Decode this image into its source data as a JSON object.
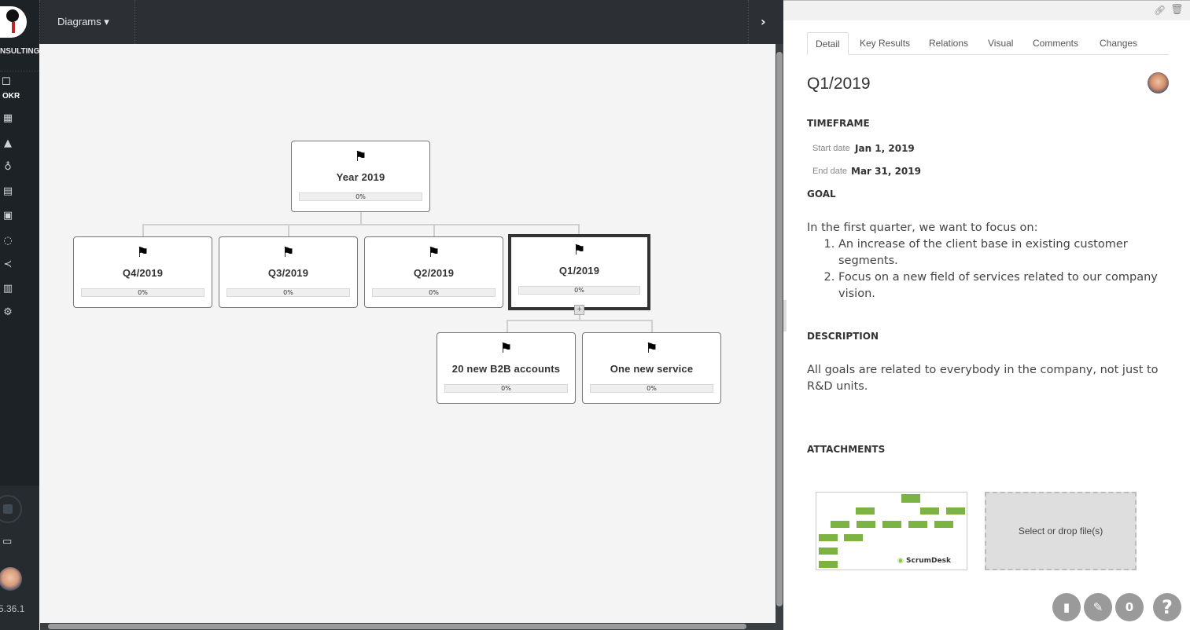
{
  "sidebar": {
    "brand": "NSULTING",
    "okr_label": "OKR",
    "version": "5.36.1",
    "icons": [
      "grid-icon",
      "road-icon",
      "lightbulb-icon",
      "list-icon",
      "briefcase-icon",
      "comments-icon",
      "share-icon",
      "chart-icon",
      "gear-icon"
    ]
  },
  "toolbar": {
    "diagrams_label": "Diagrams ▾",
    "collapse_label": "›"
  },
  "diagram": {
    "expand_label": "+",
    "nodes": [
      {
        "title": "Year 2019",
        "progress": "0%"
      },
      {
        "title": "Q4/2019",
        "progress": "0%"
      },
      {
        "title": "Q3/2019",
        "progress": "0%"
      },
      {
        "title": "Q2/2019",
        "progress": "0%"
      },
      {
        "title": "Q1/2019",
        "progress": "0%",
        "selected": true
      },
      {
        "title": "20 new B2B accounts",
        "progress": "0%"
      },
      {
        "title": "One new service",
        "progress": "0%"
      }
    ]
  },
  "panel": {
    "tabs": [
      "Detail",
      "Key Results",
      "Relations",
      "Visual",
      "Comments",
      "Changes"
    ],
    "active_tab": "Detail",
    "title": "Q1/2019",
    "timeframe_heading": "TIMEFRAME",
    "start_label": "Start date",
    "start_value": "Jan 1, 2019",
    "end_label": "End date",
    "end_value": "Mar 31, 2019",
    "goal_heading": "GOAL",
    "goal_intro": "In the first quarter, we want to focus on:",
    "goal_items": [
      "An increase of the client base in existing customer segments.",
      "Focus on a new field of services related to our company vision."
    ],
    "description_heading": "DESCRIPTION",
    "description": "All goals are related to everybody in the company, not just to R&D units.",
    "attachments_heading": "ATTACHMENTS",
    "attachment_logo": "ScrumDesk",
    "drop_label": "Select or drop file(s)",
    "counter": "0",
    "help": "?"
  },
  "colors": {
    "sidebar": "#1d2226",
    "topbar": "#2c3034",
    "canvas": "#f4f4f4",
    "attachment_green": "#7cb342"
  }
}
